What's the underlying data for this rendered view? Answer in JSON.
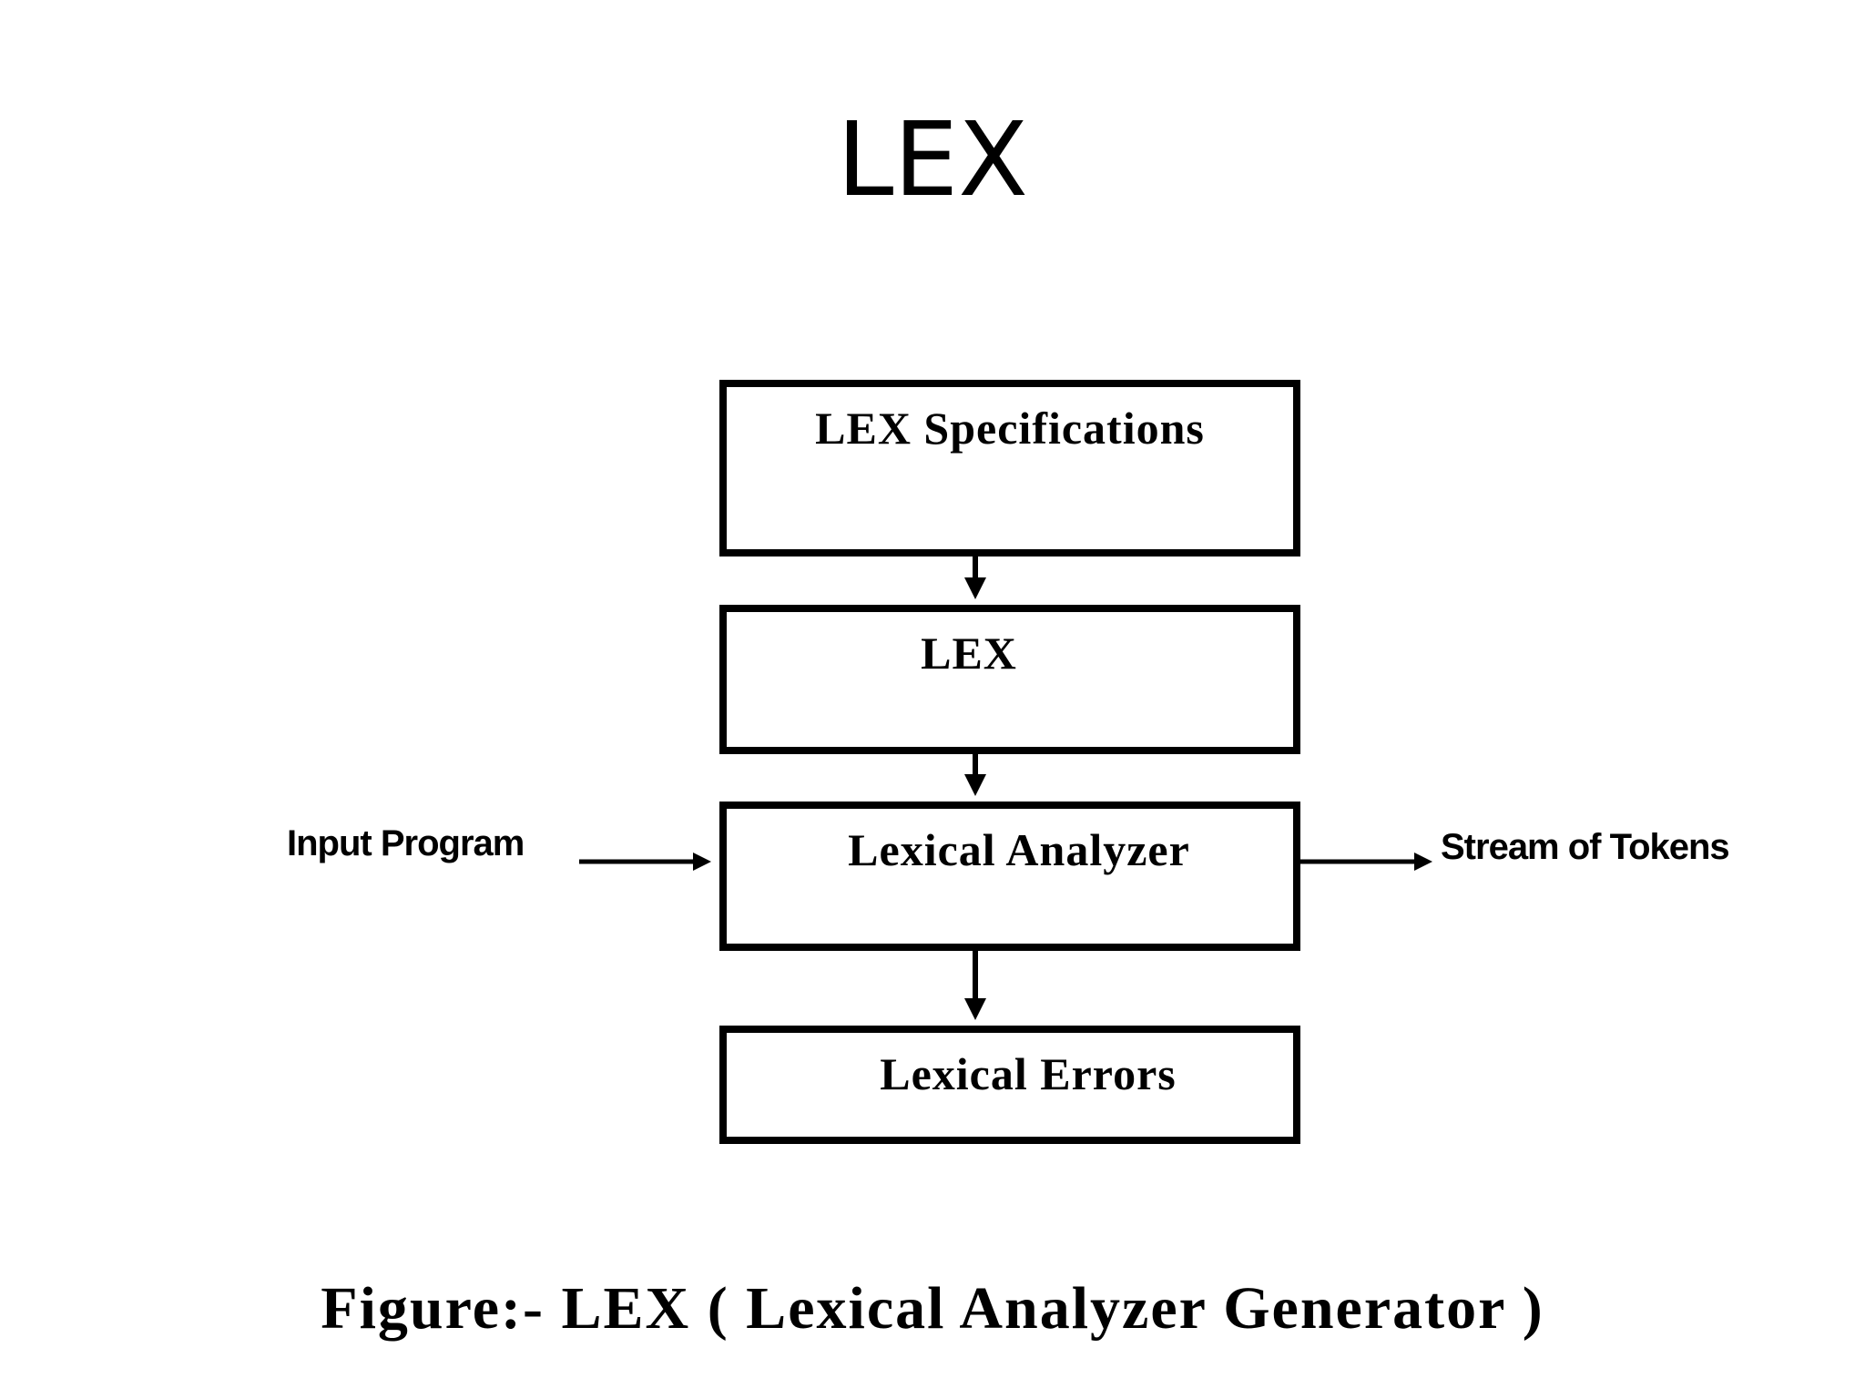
{
  "slide": {
    "title": "LEX"
  },
  "diagram": {
    "boxes": [
      {
        "label": "LEX Specifications"
      },
      {
        "label": "LEX"
      },
      {
        "label": "Lexical Analyzer"
      },
      {
        "label": "Lexical Errors"
      }
    ],
    "input_label": "Input Program",
    "output_label": "Stream of Tokens",
    "caption": "Figure:- LEX ( Lexical Analyzer Generator )"
  }
}
